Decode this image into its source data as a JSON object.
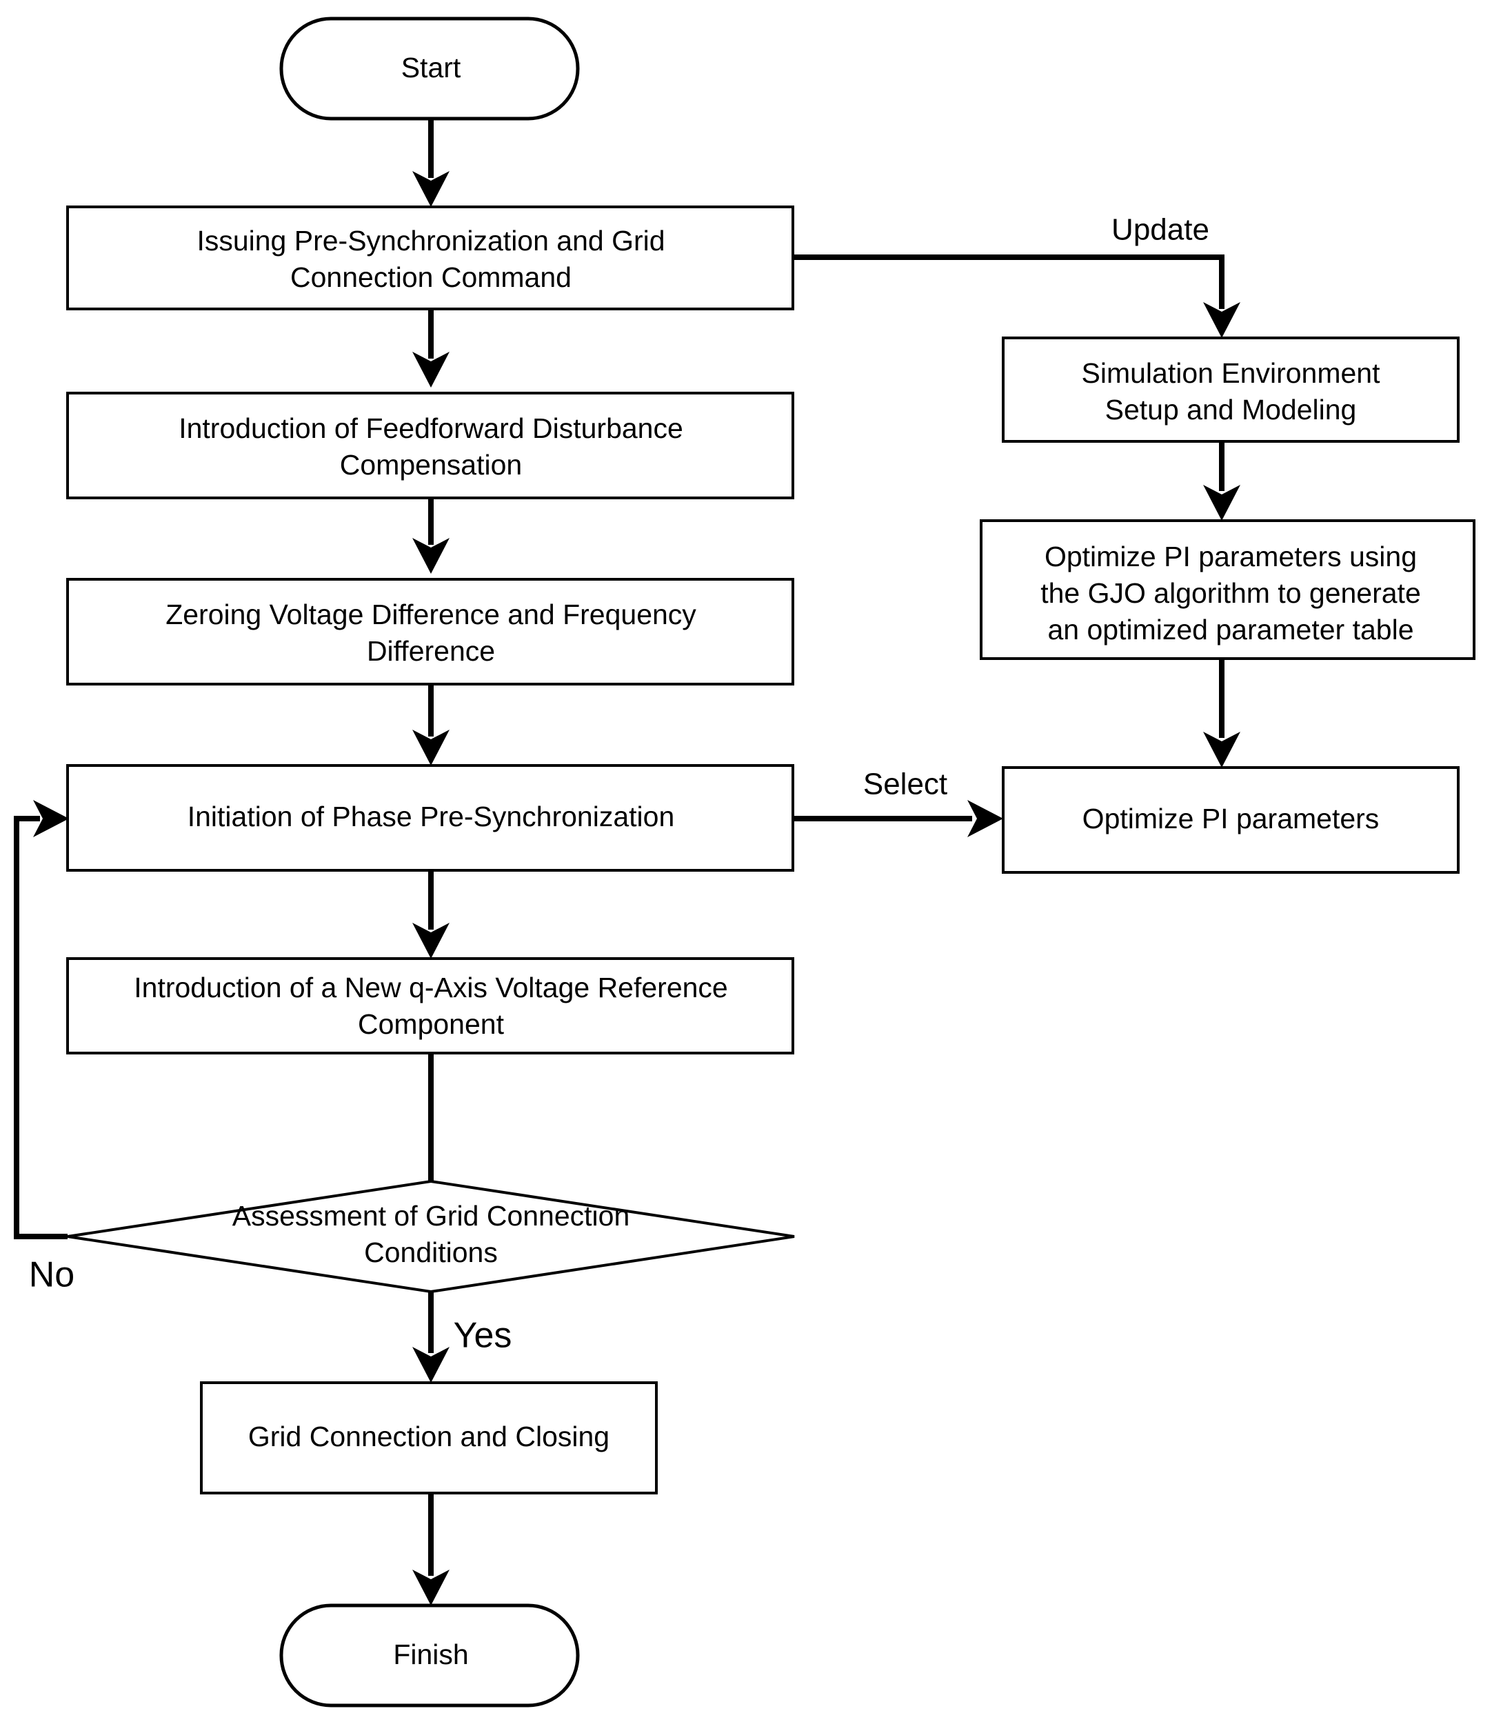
{
  "diagram": {
    "title": "Grid Pre-Synchronization and Connection Control Flowchart",
    "background_color": "#ffffff",
    "line_color": "#000000",
    "text_color": "#000000"
  },
  "nodes": {
    "start": {
      "label": "Start",
      "shape": "terminator"
    },
    "issue_command": {
      "line1": "Issuing Pre-Synchronization and Grid",
      "line2": "Connection Command",
      "shape": "process"
    },
    "feedforward": {
      "line1": "Introduction of Feedforward Disturbance",
      "line2": "Compensation",
      "shape": "process"
    },
    "zeroing": {
      "line1": "Zeroing Voltage Difference and Frequency",
      "line2": "Difference",
      "shape": "process"
    },
    "phase_presync": {
      "line1": "Initiation of Phase Pre-Synchronization",
      "line2": "",
      "shape": "process"
    },
    "q_axis": {
      "line1": "Introduction of a New q-Axis Voltage Reference",
      "line2": "Component",
      "shape": "process"
    },
    "assessment": {
      "line1": "Assessment of Grid Connection",
      "line2": "Conditions",
      "shape": "decision"
    },
    "grid_closing": {
      "line1": "Grid Connection and Closing",
      "line2": "",
      "shape": "process"
    },
    "finish": {
      "label": "Finish",
      "shape": "terminator"
    },
    "sim_setup": {
      "line1": "Simulation Environment",
      "line2": "Setup and Modeling",
      "shape": "process"
    },
    "gjo": {
      "line1": "Optimize PI parameters using",
      "line2": "the GJO algorithm to generate",
      "line3": "an optimized parameter table",
      "shape": "process"
    },
    "optimize_pi": {
      "line1": "Optimize PI parameters",
      "line2": "",
      "shape": "process"
    }
  },
  "edge_labels": {
    "update": "Update",
    "select": "Select",
    "no": "No",
    "yes": "Yes"
  }
}
